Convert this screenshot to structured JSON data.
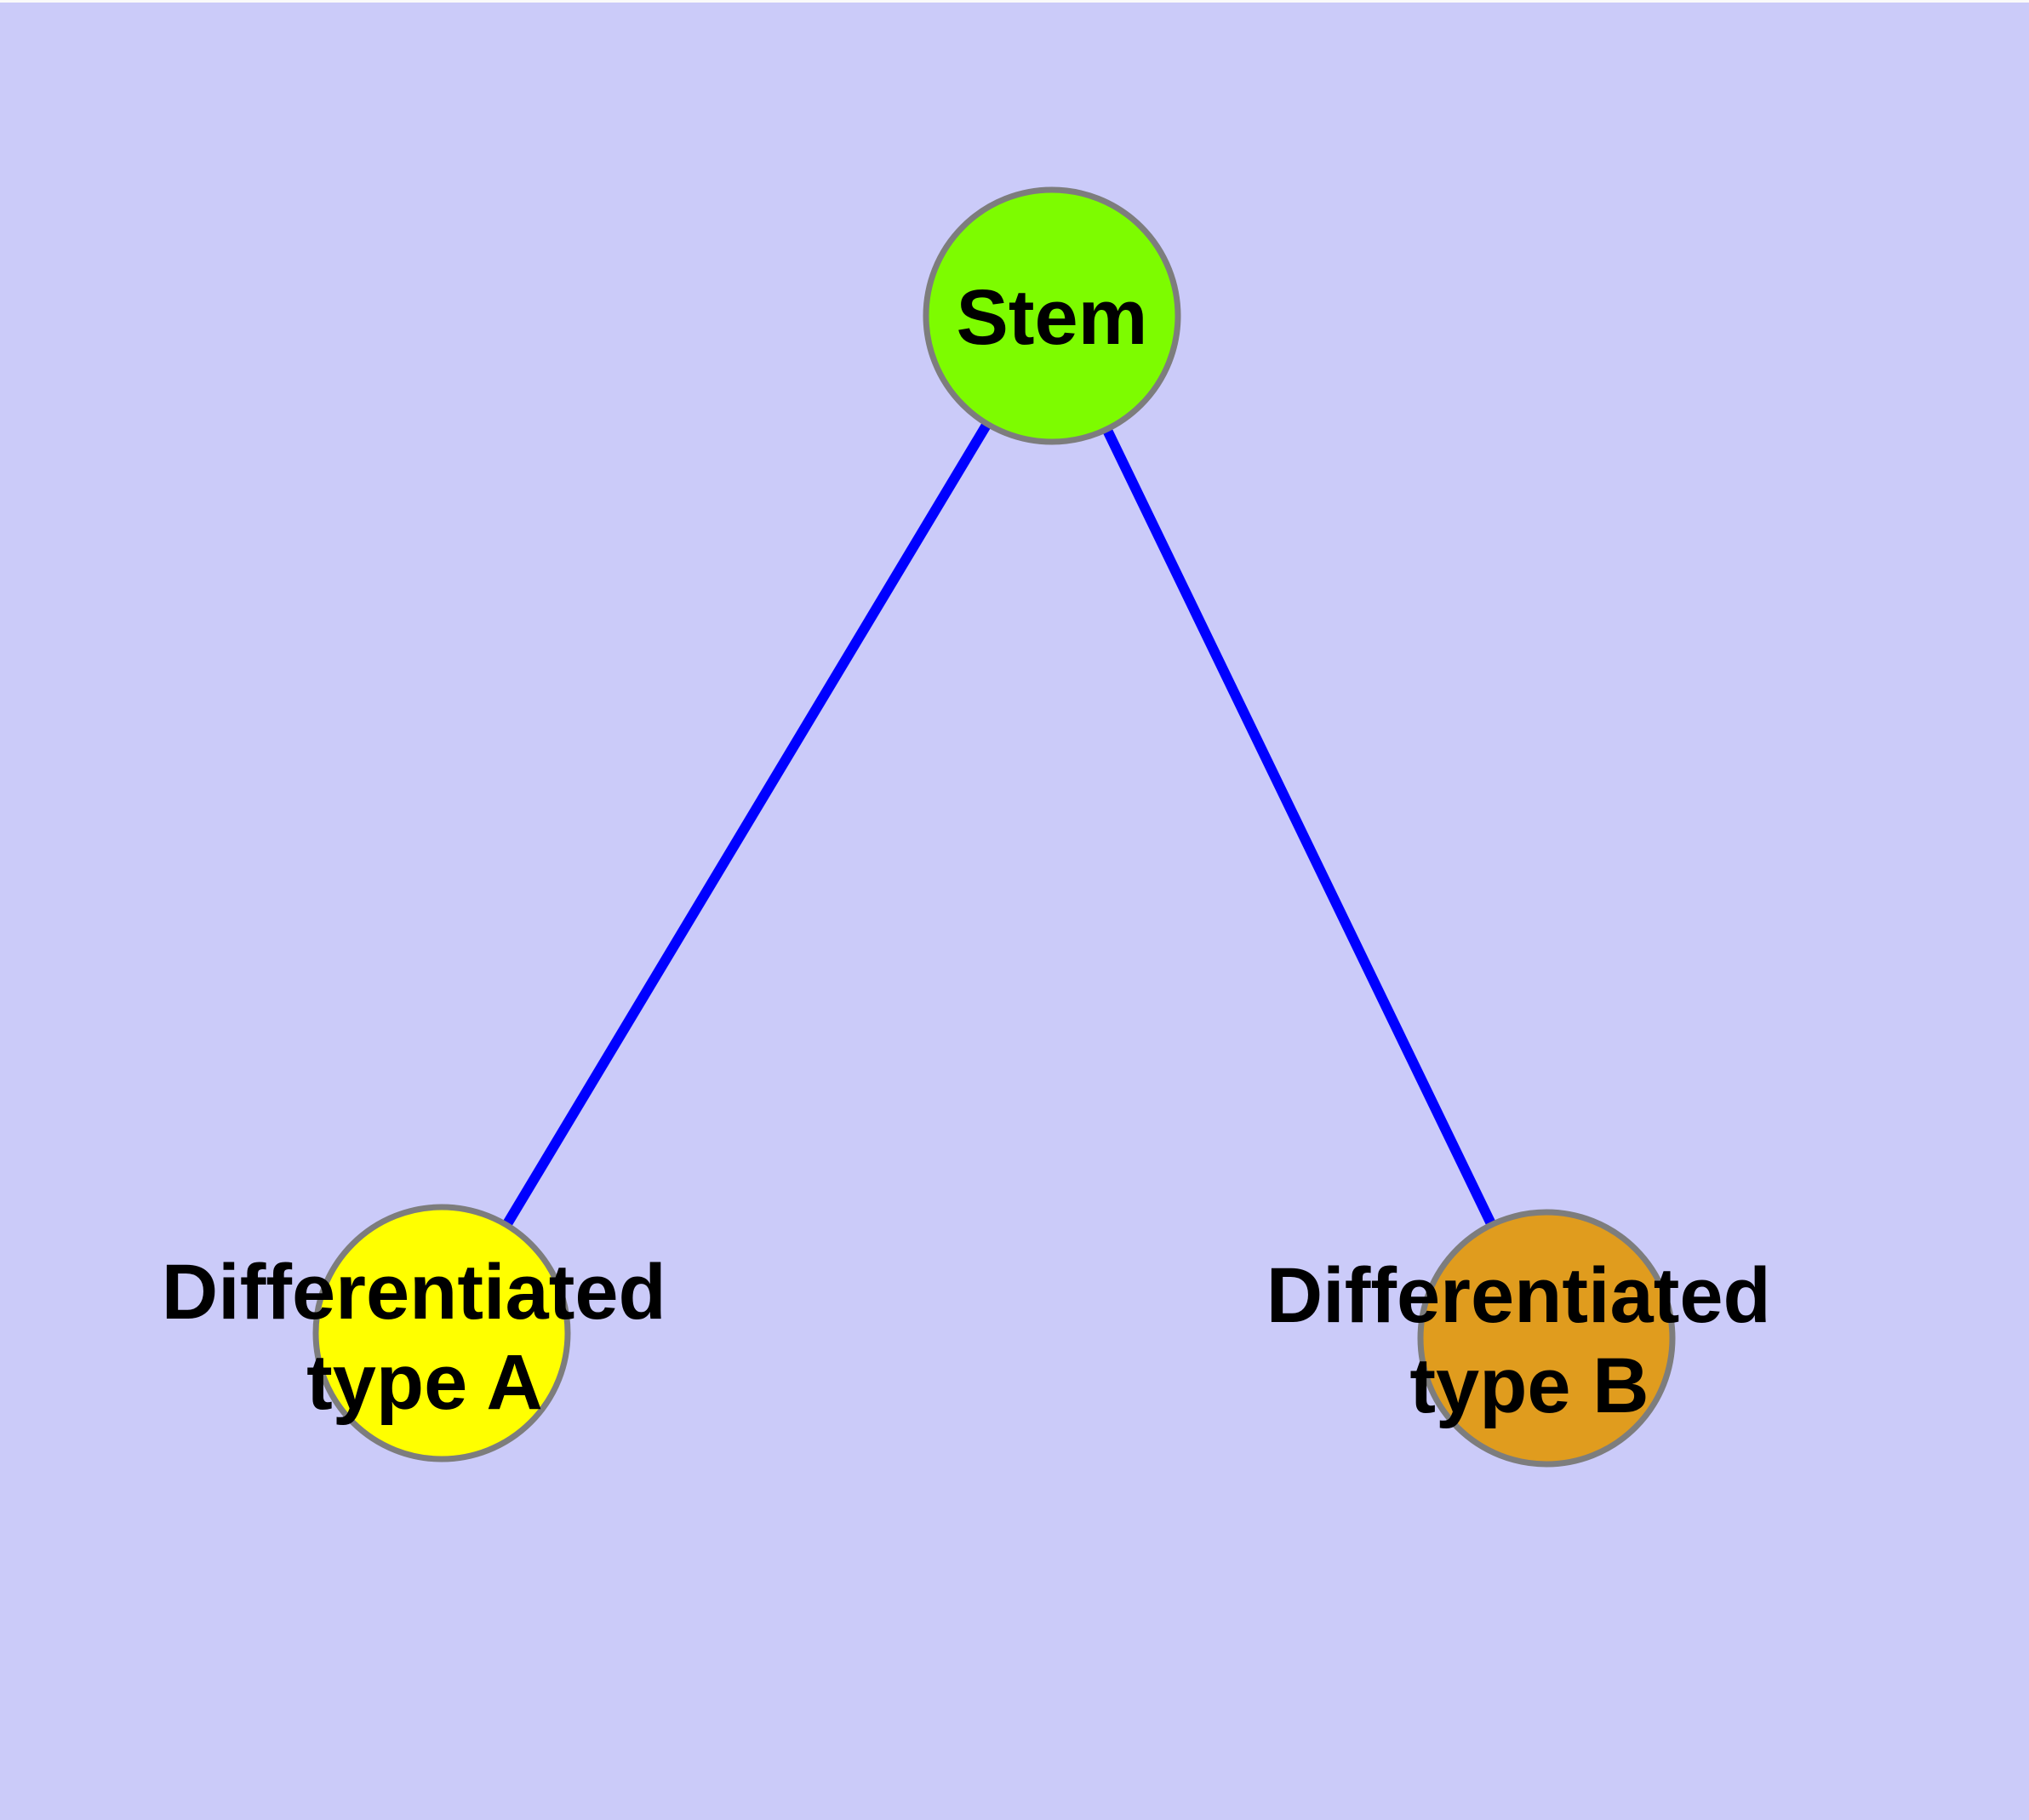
{
  "diagram": {
    "background_color": "#cbcbf9",
    "top_edge_color": "#fafafa",
    "edge_color": "#0000ff",
    "node_border_color": "#7d7d7d",
    "label_color": "#000000",
    "nodes": {
      "stem": {
        "label": "Stem",
        "fill": "#7dfc00"
      },
      "type_a": {
        "label": "Differentiated type A",
        "label_line1": "Differentiated",
        "label_line2": "type A",
        "fill": "#e0a91e",
        "fill_color": "#ffff00"
      },
      "type_b": {
        "label": "Differentiated type B",
        "label_line1": "Differentiated",
        "label_line2": "type B",
        "fill": "#e09c1e"
      }
    },
    "edges": [
      {
        "source": "Stem",
        "target": "Differentiated type A"
      },
      {
        "source": "Stem",
        "target": "Differentiated type B"
      }
    ]
  }
}
